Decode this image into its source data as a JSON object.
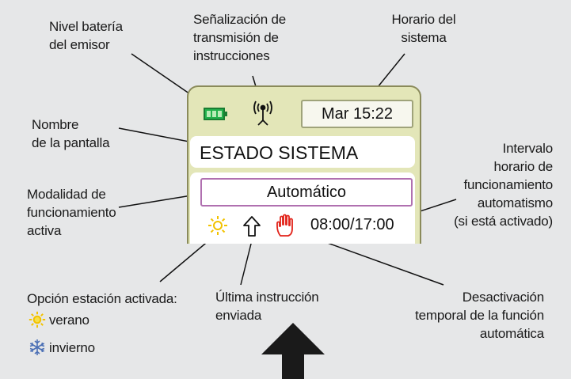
{
  "device": {
    "clock": "Mar 15:22",
    "screen_name": "ESTADO SISTEMA",
    "mode": "Automático",
    "time_range": "08:00/17:00"
  },
  "labels": {
    "battery": "Nivel batería\ndel emisor",
    "transmission": "Señalización de\ntransmisión de\ninstrucciones",
    "system_time": "Horario del\nsistema",
    "screen_name": "Nombre\nde la pantalla",
    "interval": "Intervalo\nhorario de\nfuncionamiento\nautomatismo\n(si está activado)",
    "mode": "Modalidad de\nfuncionamiento\nactiva",
    "season_option": "Opción estación activada:",
    "summer": "verano",
    "winter": "invierno",
    "last_instruction": "Última instrucción\nenviada",
    "deactivation": "Desactivación\ntemporal de la función\nautomática"
  },
  "icons": {
    "battery": "battery-icon",
    "antenna": "antenna-icon",
    "sun": "sun-icon",
    "arrow": "up-arrow-icon",
    "hand": "hand-icon",
    "snowflake": "snowflake-icon",
    "big_arrow": "big-up-arrow-icon"
  },
  "colors": {
    "background": "#e6e7e8",
    "device_body": "#e3e6b8",
    "battery": "#22b14c",
    "sun": "#f2c200",
    "hand": "#e2231a",
    "snowflake": "#4a6fb5",
    "mode_border": "#b070b0"
  }
}
